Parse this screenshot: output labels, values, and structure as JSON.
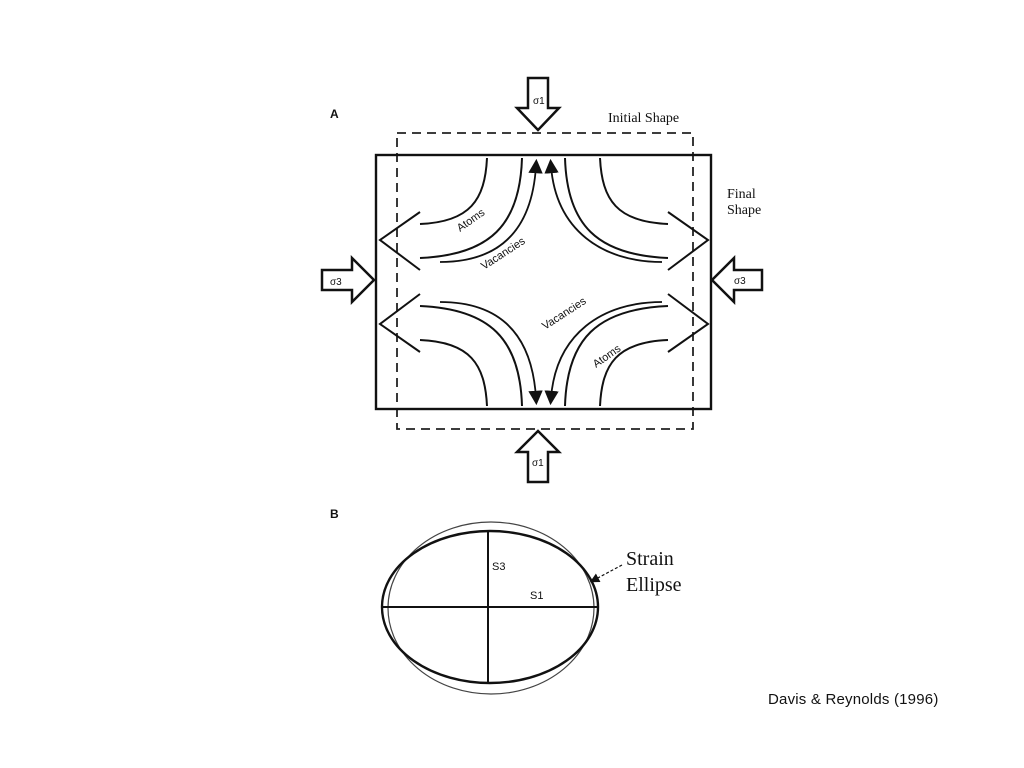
{
  "panel_a": {
    "label": "A",
    "initial_shape_label": "Initial Shape",
    "final_shape_label": "Final\nShape",
    "stress_labels": {
      "sigma1": "σ1",
      "sigma3": "σ3"
    },
    "flow_labels": {
      "atoms": "Atoms",
      "vacancies": "Vacancies"
    }
  },
  "panel_b": {
    "label": "B",
    "strain_ellipse_label": "Strain\nEllipse",
    "axis_labels": {
      "s1": "S1",
      "s3": "S3"
    }
  },
  "credit": "Davis & Reynolds (1996)"
}
